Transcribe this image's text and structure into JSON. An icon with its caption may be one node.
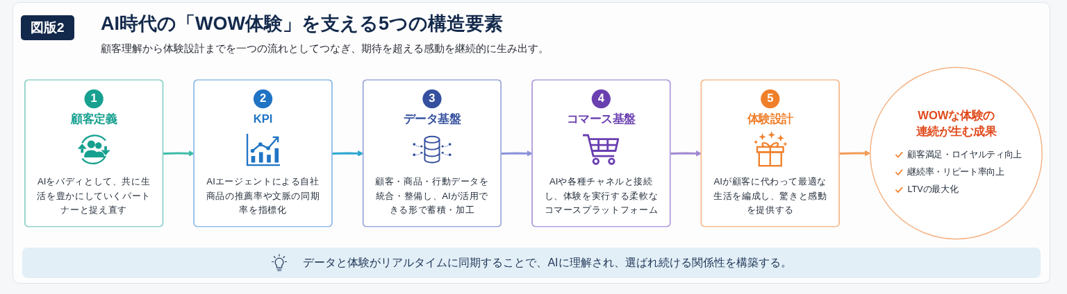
{
  "diagram": {
    "title": "AI時代の「WOW体験」を支える5つの構造要素",
    "caption": "データと体験がリアルタイムに同期することで、AIに理解され、選ばれ続ける関係性を構築する。",
    "nodes": [
      {
        "text": [
          "1",
          "顧客定義",
          "AIをバディとして、共に生活を豊かにしていくパートナーと捉え直す"
        ]
      },
      {
        "text": [
          "2",
          "KPI",
          "AIエージェントによる自社商品の推薦率や文脈の同期率を指標化"
        ]
      },
      {
        "text": [
          "3",
          "データ基盤",
          "顧客・商品・行動データを統合・整備し、AIが活用できる形で蓄積・加工"
        ]
      },
      {
        "text": [
          "4",
          "コマース基盤",
          "AIや各種チャネルと接続し、体験を実行する柔軟なコマースプラットフォーム"
        ]
      },
      {
        "text": [
          "5",
          "体験設計",
          "AIが顧客に代わって最適な生活を編成し、驚きと感動を提供する"
        ]
      },
      {
        "text": [
          "WOWな体験の連続が生む成果",
          "顧客満足・ロイヤルティ向上",
          "継続率・リピート率向上",
          "LTVの最大化"
        ]
      }
    ],
    "edges": [
      {
        "from": 0,
        "to": 1,
        "arrow": "to",
        "color": "#3dbba8"
      },
      {
        "from": 1,
        "to": 2,
        "arrow": "to",
        "color": "#2aa7d0"
      },
      {
        "from": 2,
        "to": 3,
        "arrow": "to",
        "color": "#8a92d8"
      },
      {
        "from": 3,
        "to": 4,
        "arrow": "to",
        "color": "#a08ad0"
      },
      {
        "from": 4,
        "to": 5,
        "arrow": "to",
        "color": "#f29b55"
      }
    ],
    "labels": [
      "図版2",
      "顧客理解から体験設計までを一つの流れとしてつなぎ、期待を超える感動を継続的に生み出す。"
    ]
  }
}
